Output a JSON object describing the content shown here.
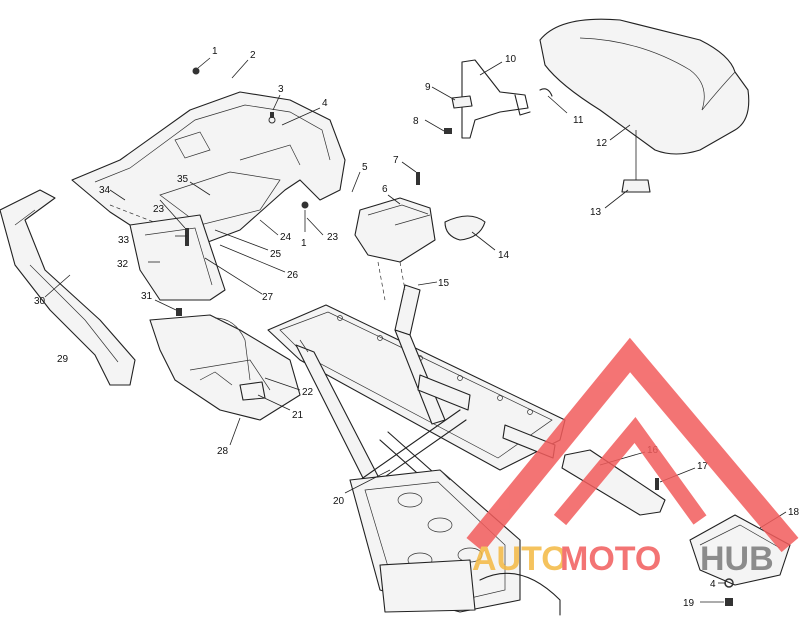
{
  "callouts": [
    "1",
    "2",
    "3",
    "4",
    "5",
    "6",
    "7",
    "1",
    "8",
    "9",
    "10",
    "11",
    "12",
    "13",
    "14",
    "15",
    "16",
    "17",
    "18",
    "4",
    "19",
    "20",
    "21",
    "22",
    "23",
    "24",
    "25",
    "26",
    "27",
    "28",
    "29",
    "30",
    "31",
    "32",
    "33",
    "34",
    "35",
    "23"
  ],
  "watermark": {
    "part1": "AUTO",
    "part2": "MOTO",
    "part3": "HUB",
    "color_red": "#f25c5c",
    "color_gold": "#f4b942",
    "color_gray": "#7a7a7a"
  },
  "icons": [
    "bolt-icon",
    "washer-icon",
    "nut-icon"
  ]
}
